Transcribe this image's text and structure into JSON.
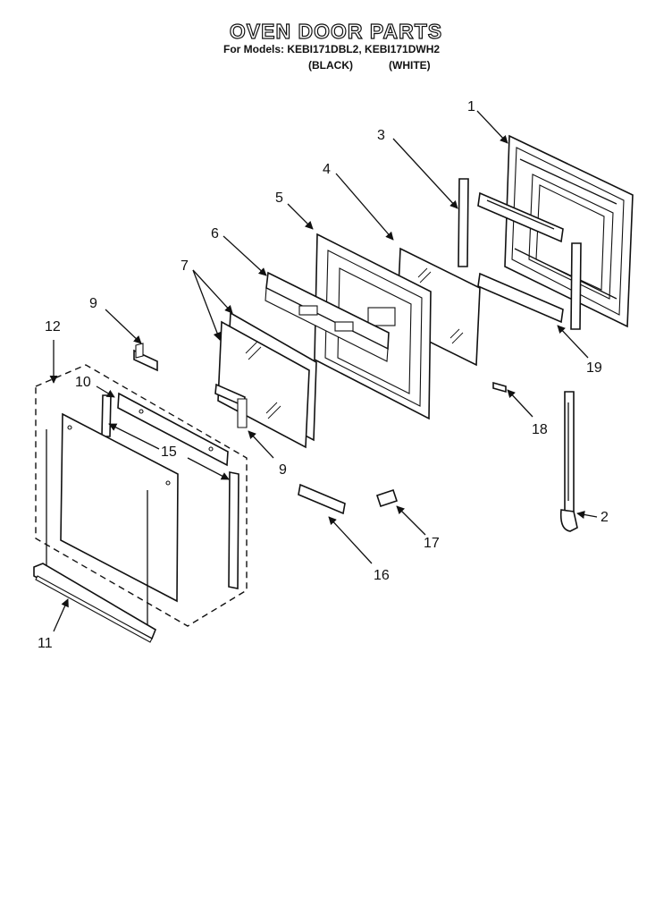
{
  "header": {
    "title": "OVEN DOOR PARTS",
    "models_line": "For Models: KEBI171DBL2, KEBI171DWH2",
    "black_label": "(BLACK)",
    "white_label": "(WHITE)"
  },
  "callouts": {
    "c1": "1",
    "c2": "2",
    "c3": "3",
    "c4": "4",
    "c5": "5",
    "c6": "6",
    "c7": "7",
    "c9a": "9",
    "c9b": "9",
    "c10": "10",
    "c11": "11",
    "c12": "12",
    "c15": "15",
    "c16": "16",
    "c17": "17",
    "c18": "18",
    "c19": "19"
  }
}
